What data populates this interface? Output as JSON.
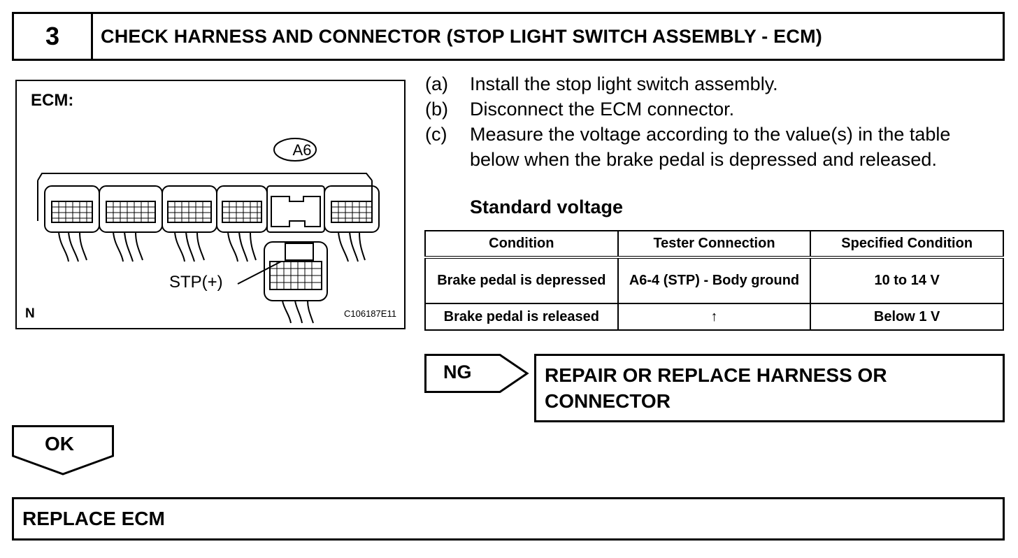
{
  "step": {
    "number": "3",
    "title": "CHECK HARNESS AND CONNECTOR (STOP LIGHT SWITCH ASSEMBLY - ECM)"
  },
  "figure": {
    "title": "ECM:",
    "connector_label": "A6",
    "pin_label": "STP(+)",
    "corner_mark": "N",
    "code": "C106187E11"
  },
  "instructions": [
    {
      "mark": "(a)",
      "text": "Install the stop light switch assembly."
    },
    {
      "mark": "(b)",
      "text": "Disconnect the ECM connector."
    },
    {
      "mark": "(c)",
      "text": "Measure the voltage according to the value(s) in the table below when the brake pedal is depressed and released."
    }
  ],
  "standard_label": "Standard voltage",
  "table": {
    "headers": [
      "Condition",
      "Tester Connection",
      "Specified Condition"
    ],
    "rows": [
      [
        "Brake pedal is depressed",
        "A6-4 (STP) - Body ground",
        "10 to 14 V"
      ],
      [
        "Brake pedal is released",
        "↑",
        "Below 1 V"
      ]
    ]
  },
  "ng": {
    "label": "NG",
    "action": "REPAIR OR REPLACE HARNESS OR CONNECTOR"
  },
  "ok": {
    "label": "OK",
    "action": "REPLACE ECM"
  }
}
